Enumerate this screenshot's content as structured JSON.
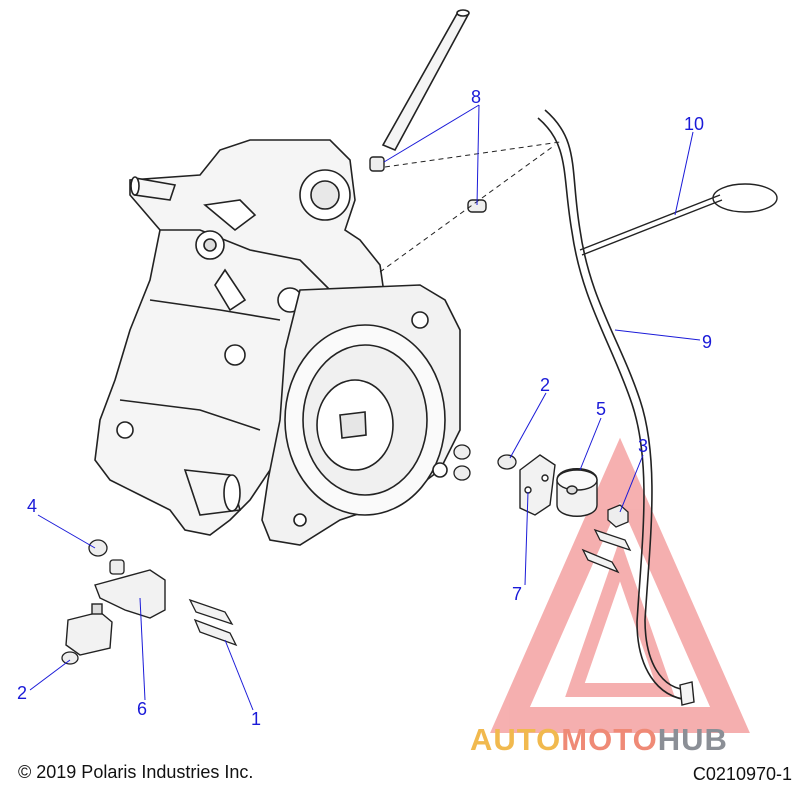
{
  "callouts": [
    {
      "id": "1",
      "label": "1"
    },
    {
      "id": "2a",
      "label": "2"
    },
    {
      "id": "2b",
      "label": "2"
    },
    {
      "id": "3",
      "label": "3"
    },
    {
      "id": "4",
      "label": "4"
    },
    {
      "id": "5",
      "label": "5"
    },
    {
      "id": "6",
      "label": "6"
    },
    {
      "id": "7",
      "label": "7"
    },
    {
      "id": "8",
      "label": "8"
    },
    {
      "id": "9",
      "label": "9"
    },
    {
      "id": "10",
      "label": "10"
    }
  ],
  "footer": {
    "copyright": "© 2019 Polaris Industries Inc.",
    "diagram_code": "C0210970-1"
  },
  "watermark": {
    "part1": "AUTO",
    "part2": "MOTO",
    "part3": "HUB",
    "colors": {
      "auto": "#f1b94e",
      "moto": "#ef8a76",
      "hub": "#8b8f96",
      "triangle": "#ee6f6f"
    }
  },
  "colors": {
    "callout": "#1a1ad8",
    "line": "#222222"
  }
}
